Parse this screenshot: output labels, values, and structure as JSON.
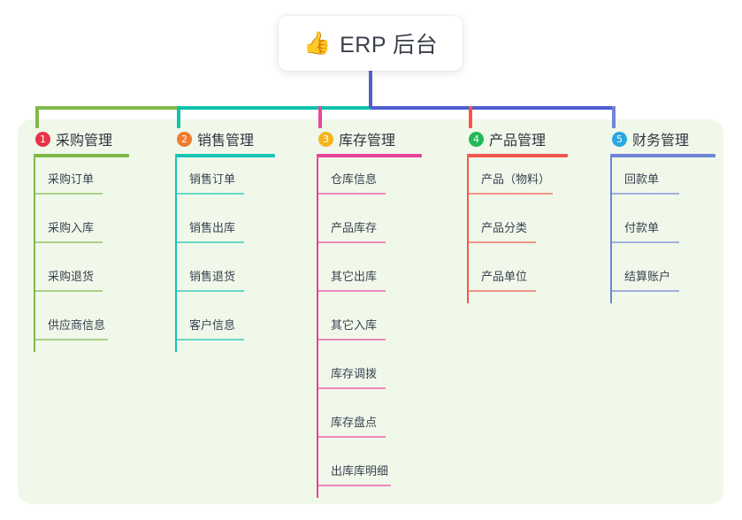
{
  "root": {
    "icon": "thumbs-up-emoji",
    "emoji": "👍",
    "title": "ERP 后台"
  },
  "palette": {
    "panel_bg": "#f0f8ea",
    "root_stem": "#4f5ecf",
    "bar_green": "#7fb948",
    "bar_teal": "#0fc3ac",
    "bar_blue": "#4f5ecf",
    "page_bg": "#ffffff",
    "title_text": "#2f3440",
    "child_text": "#3b4150"
  },
  "connectors": {
    "segments": [
      {
        "name": "bar-segment-green",
        "color": "#7fb948"
      },
      {
        "name": "bar-segment-teal",
        "color": "#0fc3ac"
      },
      {
        "name": "bar-segment-blue",
        "color": "#4f5ecf"
      }
    ],
    "drops": [
      {
        "name": "drop-purchase",
        "color": "#7fb948"
      },
      {
        "name": "drop-sales",
        "color": "#0fc3ac"
      },
      {
        "name": "drop-inventory",
        "color": "#e8459a"
      },
      {
        "name": "drop-product",
        "color": "#f4574f"
      },
      {
        "name": "drop-finance",
        "color": "#6f86d6"
      }
    ]
  },
  "branches": [
    {
      "number": "1",
      "badge_color": "#e8334a",
      "line_color": "#7fb948",
      "title": "采购管理",
      "children": [
        "采购订单",
        "采购入库",
        "采购退货",
        "供应商信息"
      ]
    },
    {
      "number": "2",
      "badge_color": "#f07b2b",
      "line_color": "#17c3b2",
      "title": "销售管理",
      "children": [
        "销售订单",
        "销售出库",
        "销售退货",
        "客户信息"
      ]
    },
    {
      "number": "3",
      "badge_color": "#f5b51e",
      "line_color": "#e8459a",
      "title": "库存管理",
      "children": [
        "仓库信息",
        "产品库存",
        "其它出库",
        "其它入库",
        "库存调拨",
        "库存盘点",
        "出库库明细"
      ]
    },
    {
      "number": "4",
      "badge_color": "#21ba54",
      "line_color": "#f4574f",
      "title": "产品管理",
      "children": [
        "产品（物料）",
        "产品分类",
        "产品单位"
      ]
    },
    {
      "number": "5",
      "badge_color": "#29a8e0",
      "line_color": "#6f86d6",
      "title": "财务管理",
      "children": [
        "回款单",
        "付款单",
        "结算账户"
      ]
    }
  ]
}
